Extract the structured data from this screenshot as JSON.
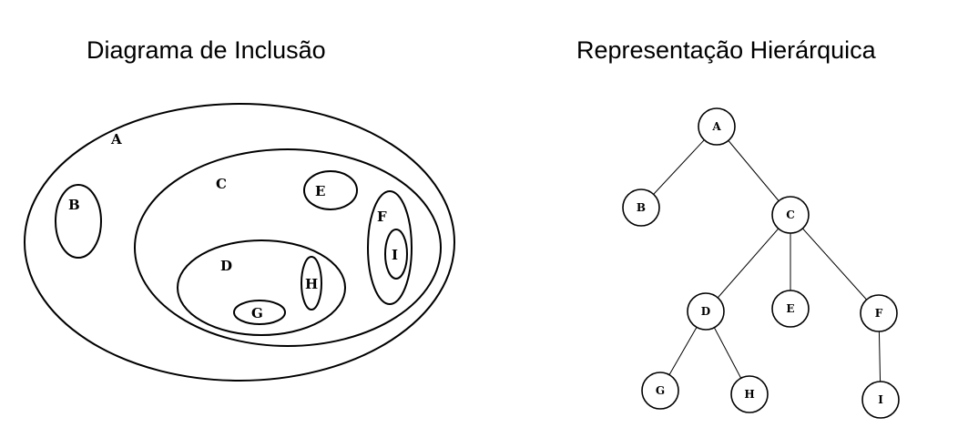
{
  "titles": {
    "inclusion": "Diagrama de Inclusão",
    "hierarchy": "Representação Hierárquica"
  },
  "inclusion_diagram": {
    "sets": [
      {
        "id": "A",
        "label": "A",
        "contains": [
          "B",
          "C"
        ]
      },
      {
        "id": "B",
        "label": "B",
        "contains": []
      },
      {
        "id": "C",
        "label": "C",
        "contains": [
          "D",
          "E",
          "F"
        ]
      },
      {
        "id": "D",
        "label": "D",
        "contains": [
          "G",
          "H"
        ]
      },
      {
        "id": "E",
        "label": "E",
        "contains": []
      },
      {
        "id": "F",
        "label": "F",
        "contains": [
          "I"
        ]
      },
      {
        "id": "G",
        "label": "G",
        "contains": []
      },
      {
        "id": "H",
        "label": "H",
        "contains": []
      },
      {
        "id": "I",
        "label": "I",
        "contains": []
      }
    ]
  },
  "hierarchy": {
    "nodes": [
      {
        "id": "A",
        "label": "A"
      },
      {
        "id": "B",
        "label": "B"
      },
      {
        "id": "C",
        "label": "C"
      },
      {
        "id": "D",
        "label": "D"
      },
      {
        "id": "E",
        "label": "E"
      },
      {
        "id": "F",
        "label": "F"
      },
      {
        "id": "G",
        "label": "G"
      },
      {
        "id": "H",
        "label": "H"
      },
      {
        "id": "I",
        "label": "I"
      }
    ],
    "edges": [
      {
        "from": "A",
        "to": "B"
      },
      {
        "from": "A",
        "to": "C"
      },
      {
        "from": "C",
        "to": "D"
      },
      {
        "from": "C",
        "to": "E"
      },
      {
        "from": "C",
        "to": "F"
      },
      {
        "from": "D",
        "to": "G"
      },
      {
        "from": "D",
        "to": "H"
      },
      {
        "from": "F",
        "to": "I"
      }
    ]
  }
}
